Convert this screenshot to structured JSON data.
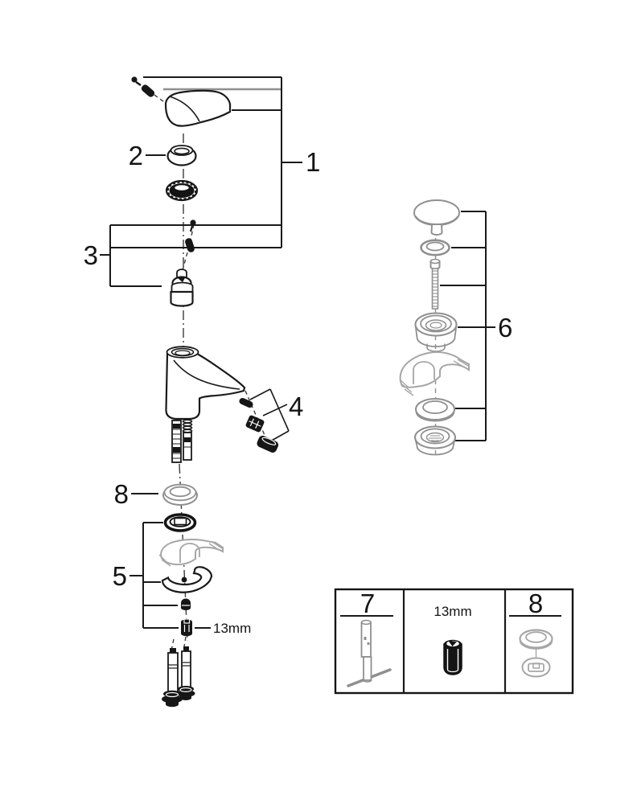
{
  "labels": {
    "callout_1": "1",
    "callout_2": "2",
    "callout_3": "3",
    "callout_4": "4",
    "callout_5": "5",
    "callout_6": "6",
    "callout_8": "8",
    "wrench_size": "13mm",
    "legend_7": "7",
    "legend_8": "8",
    "legend_wrench_size": "13mm"
  },
  "colors": {
    "line": "#1a1a1a",
    "part_gray": "#8f8f8f",
    "light_gray": "#a6a6a6",
    "background": "#ffffff"
  }
}
